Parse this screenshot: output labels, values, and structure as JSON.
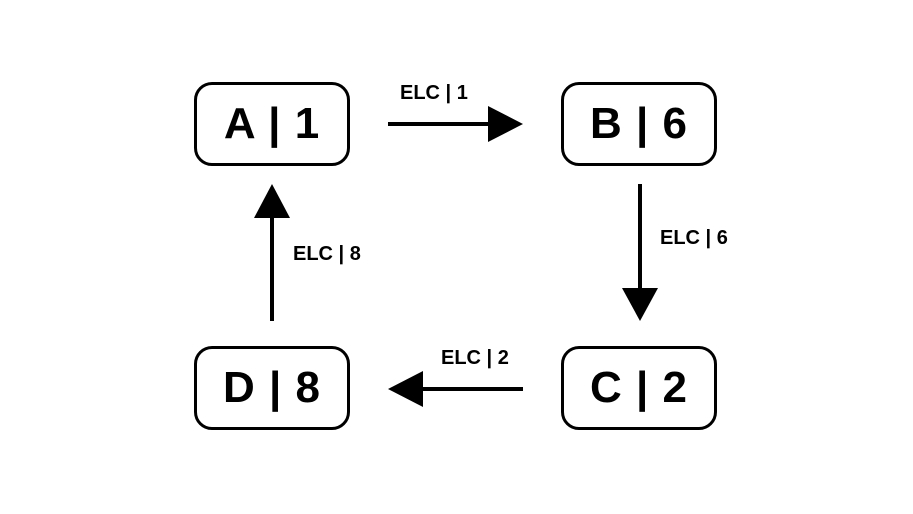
{
  "diagram": {
    "nodes": {
      "a": {
        "label": "A | 1"
      },
      "b": {
        "label": "B | 6"
      },
      "c": {
        "label": "C | 2"
      },
      "d": {
        "label": "D | 8"
      }
    },
    "edges": {
      "a_to_b": {
        "label": "ELC | 1"
      },
      "b_to_c": {
        "label": "ELC | 6"
      },
      "c_to_d": {
        "label": "ELC | 2"
      },
      "d_to_a": {
        "label": "ELC | 8"
      }
    },
    "colors": {
      "stroke": "#000000",
      "background": "#ffffff"
    }
  }
}
